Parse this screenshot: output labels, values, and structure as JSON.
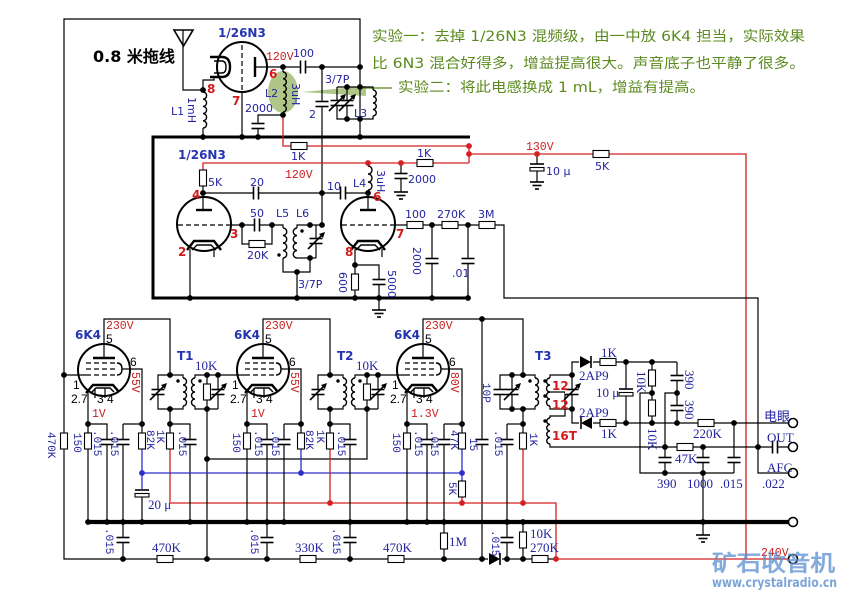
{
  "title_note": "0.8 米拖线",
  "annotations": {
    "experiment1_line1": "实验一：去掉 1/26N3 混频级，由一中放 6K4 担当，实际效果",
    "experiment1_line2": "比 6N3 混合好得多，增益提高很大。声音底子也平静了很多。",
    "experiment2": "实验二：将此电感换成 1 mL，增益有提高。"
  },
  "mixer": {
    "tube": "1/26N3",
    "pins": {
      "cathode": "8",
      "grid": "7",
      "plate": "6"
    },
    "plate_voltage": "120V",
    "c_coupling": "100",
    "l1": {
      "name": "L1",
      "value": "1mH"
    },
    "l2": {
      "name": "L2",
      "value": "3uH"
    },
    "l3": {
      "name": "L3"
    },
    "c_bypass": "2000",
    "c_trimmer": "3/7P",
    "c_fixed": "2",
    "r_feed": "1K"
  },
  "oscillator": {
    "tube": "1/26N3",
    "supply_voltage": "120V",
    "left_pins": {
      "plate": "4",
      "grid": "3",
      "cathode": "2"
    },
    "right_pins": {
      "plate": "6",
      "grid": "7",
      "cathode": "8"
    },
    "r_plate": "5K",
    "c_20": "20",
    "c_10": "10",
    "l4": {
      "name": "L4",
      "value": "3uH"
    },
    "r_feed": "1K",
    "c_bypass": "2000",
    "c_50": "50",
    "r_grid": "20K",
    "l5": "L5",
    "l6": "L6",
    "c_trimmer": "3/7P",
    "r_100": "100",
    "r_270k": "270K",
    "r_3m": "3M",
    "c_2000": "2000",
    "c_01": ".01",
    "r_cathode": "600",
    "c_cathode": "5000"
  },
  "supply": {
    "v130": "130V",
    "c_filter": "10 μ",
    "r_drop": "5K",
    "v240": "240V"
  },
  "if_stages": [
    {
      "tube": "6K4",
      "pins": {
        "plate": "5",
        "screen": "6",
        "grid": "1",
        "cathode": "2.7",
        "heater_a": "3",
        "heater_b": "4"
      },
      "plate_voltage": "230V",
      "screen_voltage": "55V",
      "cathode_voltage": "1V",
      "transformer": "T1",
      "r_load": "10K",
      "r_grid": "470K",
      "r_cathode": "150",
      "c_cathode": ".015",
      "c_screen": ".015",
      "r_screen": "82K",
      "r_plate": "1K",
      "c_plate": ".015",
      "c_filter": ".015",
      "c_avc": "20 μ",
      "r_series": "470K"
    },
    {
      "tube": "6K4",
      "pins": {
        "plate": "5",
        "screen": "6",
        "grid": "1",
        "cathode": "2.7",
        "heater_a": "3",
        "heater_b": "4"
      },
      "plate_voltage": "230V",
      "screen_voltage": "55V",
      "cathode_voltage": "1V",
      "transformer": "T2",
      "r_load": "10K",
      "r_cathode": "150",
      "c_cathode": ".015",
      "c_screen": ".015",
      "r_screen": "82K",
      "r_plate": "1K",
      "c_plate": ".015",
      "c_filter_a": ".015",
      "c_filter_b": ".015",
      "r_series": "330K"
    },
    {
      "tube": "6K4",
      "pins": {
        "plate": "5",
        "screen": "6",
        "grid": "1",
        "cathode": "2.7",
        "heater_a": "3",
        "heater_b": "4"
      },
      "plate_voltage": "230V",
      "screen_voltage": "80V",
      "cathode_voltage": "1.3V",
      "transformer": "T3",
      "c_tuning": "10P",
      "r_cathode": "150",
      "c_cathode": ".015",
      "c_screen": ".015",
      "r_screen": "47K",
      "r_screen_b": "5K",
      "c_coupling": "15",
      "c_plate": ".015",
      "r_plate": "1K",
      "r_series": "470K",
      "r_avc": "1M",
      "c_filter": ".015"
    }
  ],
  "detector": {
    "turns_a": "12",
    "turns_b": "12",
    "tertiary_turns": "16T",
    "diode_top": "2AP9",
    "diode_bottom": "2AP9",
    "r_top": "1K",
    "r_bottom": "1K",
    "c_load": "10 μ",
    "r_div_top": "10K",
    "r_div_bottom": "10K",
    "c_div_top": "390",
    "c_div_bottom": "390",
    "r_eye": "220K",
    "r_filter": "47K",
    "c_390": "390",
    "c_1000": "1000",
    "c_015": ".015",
    "c_out": ".022",
    "r_bottom_10k": "10K",
    "r_bottom_270k": "270K"
  },
  "terminals": {
    "eye": "电眼",
    "out": "OUT",
    "afc": "AFC"
  },
  "watermark": {
    "name": "矿石收音机",
    "url": "www.crystalradio.cn"
  },
  "colors": {
    "wire": "#000000",
    "supply_wire": "#d42020",
    "avc_wire": "#2d2dc8",
    "label": "#2323a0",
    "tube_label": "#2535b0",
    "pin_label": "#d41a1a",
    "voltage_label": "#c81e1e",
    "annotation": "#5b8a1e",
    "highlight": "#9cb86a",
    "watermark": "#5b8ed0"
  }
}
